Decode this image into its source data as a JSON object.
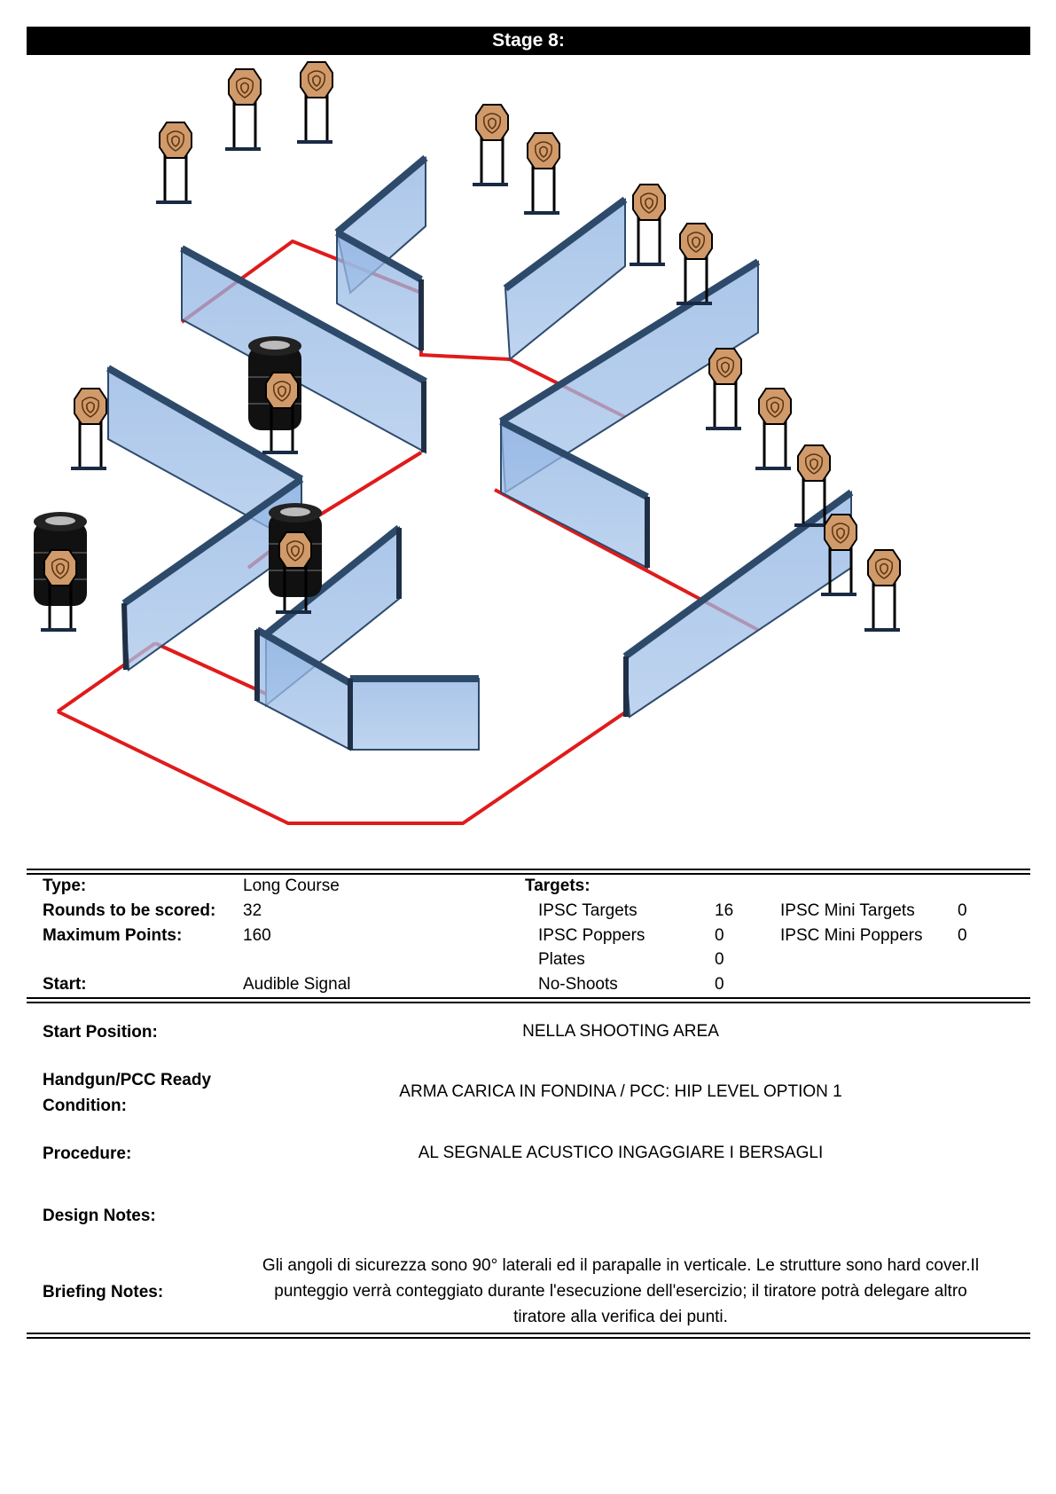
{
  "header": {
    "stage_title": "Stage 8:"
  },
  "info": {
    "type_label": "Type:",
    "type_value": "Long Course",
    "rounds_label": "Rounds to be scored:",
    "rounds_value": "32",
    "points_label": "Maximum Points:",
    "points_value": "160",
    "start_label": "Start:",
    "start_value": "Audible Signal",
    "targets_label": "Targets:",
    "targets": [
      {
        "label": "IPSC Targets",
        "value": "16"
      },
      {
        "label": "IPSC Poppers",
        "value": "0"
      },
      {
        "label": "Plates",
        "value": "0"
      },
      {
        "label": "No-Shoots",
        "value": "0"
      }
    ],
    "mini_targets": [
      {
        "label": "IPSC Mini Targets",
        "value": "0"
      },
      {
        "label": "IPSC Mini Poppers",
        "value": "0"
      }
    ]
  },
  "details": {
    "start_position_label": "Start Position:",
    "start_position_value": "NELLA SHOOTING AREA",
    "ready_label_1": "Handgun/PCC Ready",
    "ready_label_2": "Condition:",
    "ready_value": "ARMA CARICA IN FONDINA / PCC: HIP LEVEL OPTION 1",
    "procedure_label": "Procedure:",
    "procedure_value": "AL SEGNALE ACUSTICO INGAGGIARE I BERSAGLI",
    "design_label": "Design Notes:",
    "briefing_label": "Briefing Notes:",
    "briefing_value": "Gli angoli di sicurezza sono 90° laterali ed il parapalle in verticale. Le strutture sono hard cover.Il punteggio verrà conteggiato durante l'esecuzione dell'esercizio; il tiratore potrà delegare altro tiratore alla verifica  dei punti."
  },
  "colors": {
    "wall_fill": "#a9c6ea",
    "wall_edge": "#2e4a6b",
    "boundary": "#e01b1b",
    "target": "#d19a6a",
    "barrel": "#111111"
  }
}
